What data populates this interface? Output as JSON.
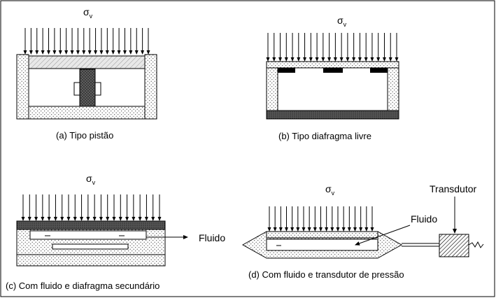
{
  "panels": {
    "a": {
      "caption": "(a) Tipo pistão",
      "sigma": "σ",
      "sigma_sub": "v"
    },
    "b": {
      "caption": "(b) Tipo diafragma livre",
      "sigma": "σ",
      "sigma_sub": "v"
    },
    "c": {
      "caption": "(c) Com fluido e diafragma secundário",
      "sigma": "σ",
      "sigma_sub": "v",
      "fluid_label": "Fluido"
    },
    "d": {
      "caption": "(d) Com fluido e transdutor de pressão",
      "sigma": "σ",
      "sigma_sub": "v",
      "fluid_label": "Fluido",
      "transducer_label": "Transdutor"
    }
  }
}
